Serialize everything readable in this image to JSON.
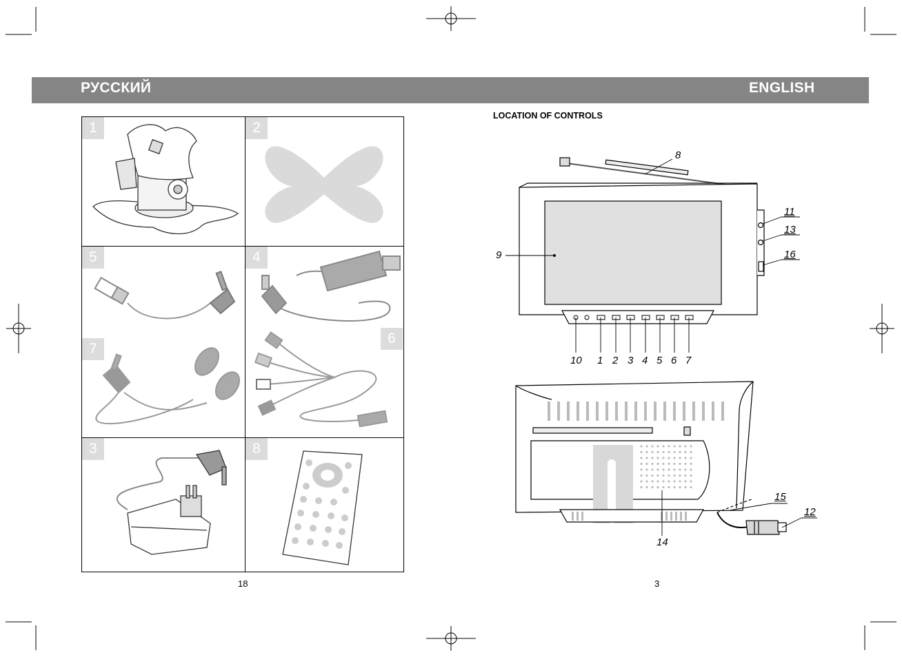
{
  "header": {
    "left_language": "РУССКИЙ",
    "right_language": "ENGLISH",
    "bar_color": "#858585"
  },
  "right_page": {
    "section_title": "LOCATION OF CONTROLS",
    "page_number": "3"
  },
  "left_page": {
    "page_number": "18",
    "accessory_cells": [
      {
        "number": "1",
        "item": "stand-icon"
      },
      {
        "number": "2",
        "item": "adhesive-pad-icon"
      },
      {
        "number": "5",
        "item": "av-cable-icon"
      },
      {
        "number": "4",
        "item": "car-adapter-icon"
      },
      {
        "number": "7",
        "item": "earphones-icon"
      },
      {
        "number": "6",
        "item": "rca-cable-icon"
      },
      {
        "number": "3",
        "item": "ac-adapter-icon"
      },
      {
        "number": "8",
        "item": "remote-control-icon"
      }
    ]
  },
  "front_view_callouts": {
    "antenna": "8",
    "screen": "9",
    "side_top": "11",
    "side_mid": "13",
    "side_bottom": "16",
    "bottom_buttons": [
      "10",
      "1",
      "2",
      "3",
      "4",
      "5",
      "6",
      "7"
    ]
  },
  "rear_view_callouts": {
    "speaker": "14",
    "cable": "15",
    "plug": "12"
  },
  "colors": {
    "illustration_grey": "#a8a8a8",
    "screen_grey": "#e0e0e0",
    "number_box": "#dcdcdc"
  }
}
